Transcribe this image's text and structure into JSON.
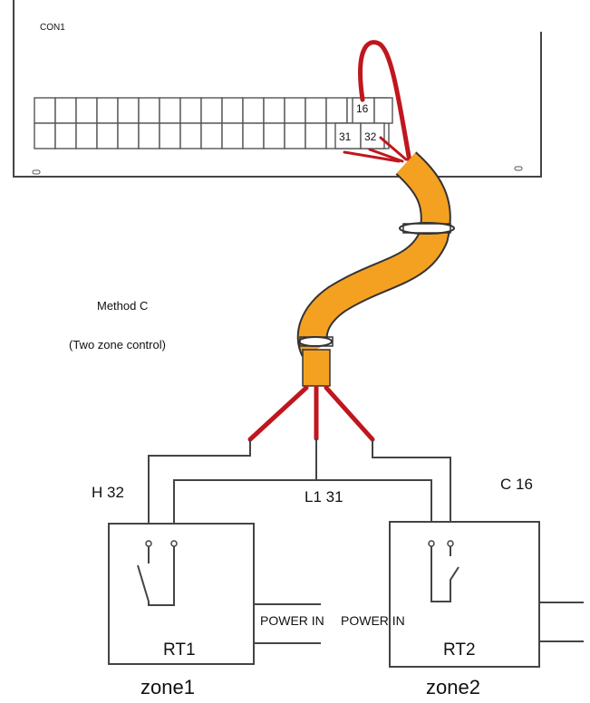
{
  "controller": {
    "label": "CON1",
    "terminal_top": "16",
    "terminal_bottom_left": "31",
    "terminal_bottom_right": "32"
  },
  "method": {
    "line1": "Method C",
    "line2": "(Two zone control)"
  },
  "wires": {
    "left": "H  32",
    "center": "L1  31",
    "right": "C 16"
  },
  "power_labels": {
    "left": "POWER IN",
    "right": "POWER IN"
  },
  "thermostats": [
    {
      "name": "RT1",
      "zone": "zone1"
    },
    {
      "name": "RT2",
      "zone": "zone2"
    }
  ],
  "colors": {
    "cable_sheath": "#f4a122",
    "wire_red": "#c0161d",
    "line": "#444444"
  }
}
